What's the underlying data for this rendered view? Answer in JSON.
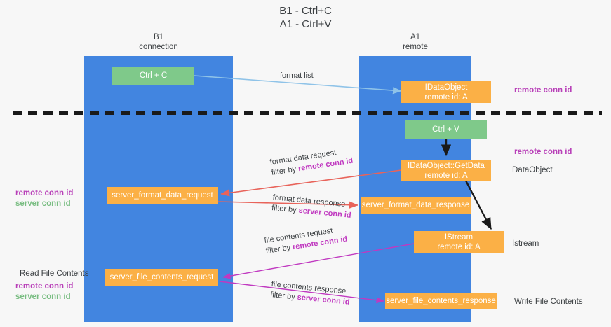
{
  "title": {
    "line1": "B1 - Ctrl+C",
    "line2": "A1 - Ctrl+V"
  },
  "columns": [
    {
      "name": "B1",
      "subtitle": "connection"
    },
    {
      "name": "A1",
      "subtitle": "remote"
    }
  ],
  "colors": {
    "lane": "#4285e0",
    "green_node": "#7fc98a",
    "orange_node": "#fbb046",
    "remote_conn_id": "#b83fb8",
    "server_conn_id": "#79bd82",
    "arrow_format_list": "#8fc3e8",
    "arrow_format_data": "#e8635a",
    "arrow_file_contents": "#c039c0",
    "arrow_black": "#1a1a1a",
    "background": "#f7f7f7"
  },
  "nodes": {
    "ctrl_c": {
      "label": "Ctrl + C"
    },
    "idataobject_remote": {
      "line1": "IDataObject",
      "line2": "remote id: A"
    },
    "ctrl_v": {
      "label": "Ctrl + V"
    },
    "getdata": {
      "line1": "IDataObject::GetData",
      "line2": "remote id: A"
    },
    "server_format_data_request": {
      "label": "server_format_data_request"
    },
    "server_format_data_response": {
      "label": "server_format_data_response"
    },
    "istream": {
      "line1": "IStream",
      "line2": "remote id: A"
    },
    "server_file_contents_request": {
      "label": "server_file_contents_request"
    },
    "server_file_contents_response": {
      "label": "server_file_contents_response"
    }
  },
  "edges": {
    "format_list": {
      "label": "format list"
    },
    "format_data_request": {
      "line1": "format data request",
      "filter_prefix": "filter by ",
      "filter_key": "remote conn id"
    },
    "format_data_response": {
      "line1": "format data response",
      "filter_prefix": "filter by ",
      "filter_key": "server conn id"
    },
    "file_contents_request": {
      "line1": "file contents request",
      "filter_prefix": "filter by ",
      "filter_key": "remote conn id"
    },
    "file_contents_response": {
      "line1": "file contents response",
      "filter_prefix": "filter by ",
      "filter_key": "server conn id"
    }
  },
  "annotations": {
    "right_top_remote": "remote conn id",
    "right_mid_remote": "remote conn id",
    "right_dataobject": "DataObject",
    "right_istream": "Istream",
    "right_write_file_contents": "Write File Contents",
    "left_mid_remote": "remote conn id",
    "left_mid_server": "server conn id",
    "left_read_file_contents": "Read File Contents",
    "left_bottom_remote": "remote conn id",
    "left_bottom_server": "server conn id"
  }
}
